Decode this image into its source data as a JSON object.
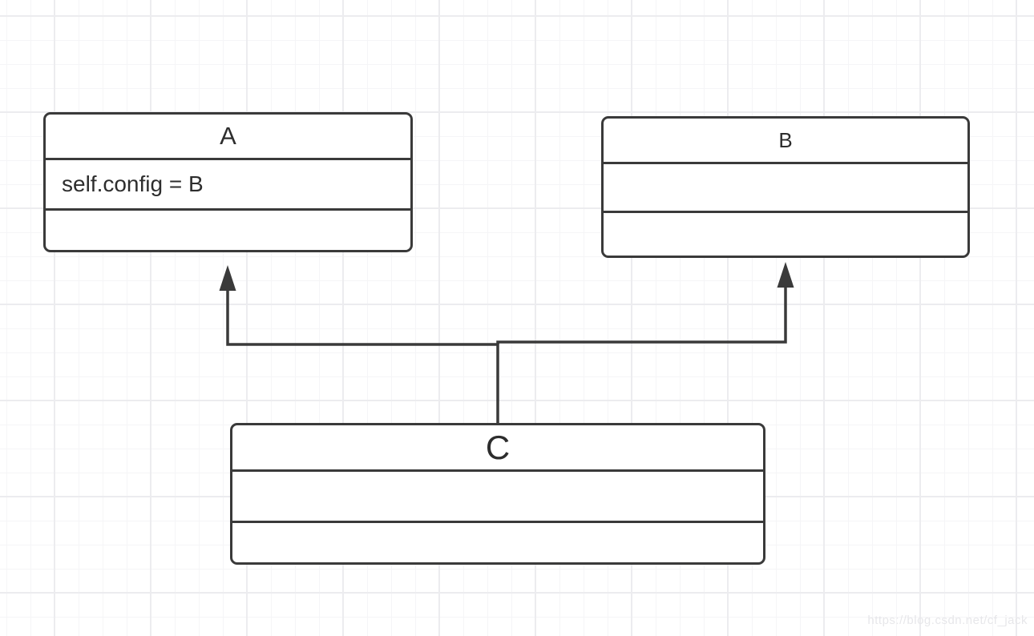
{
  "diagram": {
    "type": "uml-class-diagram",
    "classes": [
      {
        "name": "A",
        "attributes": [
          "self.config = B"
        ],
        "attributes_text": "self.config = B",
        "methods_text": ""
      },
      {
        "name": "B",
        "attributes": [],
        "attributes_text": "",
        "methods_text": ""
      },
      {
        "name": "C",
        "attributes": [],
        "attributes_text": "",
        "methods_text": ""
      }
    ],
    "connectors": [
      {
        "from": "C",
        "to": "A",
        "style": "orthogonal",
        "arrowhead": "solid-triangle-up"
      },
      {
        "from": "C",
        "to": "B",
        "style": "orthogonal",
        "arrowhead": "solid-triangle-up"
      }
    ],
    "colors": {
      "stroke": "#3a3a3a",
      "text": "#2d2d2d",
      "background": "#ffffff",
      "grid_minor": "#f5f5f7",
      "grid_major": "#ececef"
    }
  },
  "watermark": {
    "text": "https://blog.csdn.net/cf_jack"
  }
}
